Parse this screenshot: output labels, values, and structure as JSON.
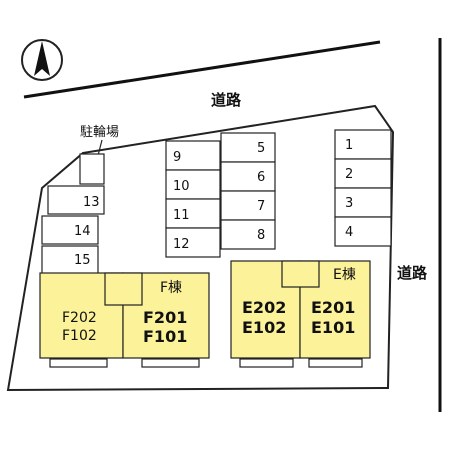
{
  "roads": {
    "north_label": "道路",
    "east_label": "道路"
  },
  "bicycle_parking_label": "駐輪場",
  "parking_left_column": [
    "13",
    "14",
    "15"
  ],
  "parking_center_left_column": [
    "9",
    "10",
    "11",
    "12"
  ],
  "parking_center_right_column": [
    "5",
    "6",
    "7",
    "8"
  ],
  "parking_right_column": [
    "1",
    "2",
    "3",
    "4"
  ],
  "building_f": {
    "name": "F棟",
    "left_unit_upper": "F202",
    "left_unit_lower": "F102",
    "right_unit_upper": "F201",
    "right_unit_lower": "F101"
  },
  "building_e": {
    "name": "E棟",
    "left_unit_upper": "E202",
    "left_unit_lower": "E102",
    "right_unit_upper": "E201",
    "right_unit_lower": "E101"
  },
  "colors": {
    "building_fill": "#fbf29a",
    "line": "#222222",
    "road_line": "#111111"
  }
}
